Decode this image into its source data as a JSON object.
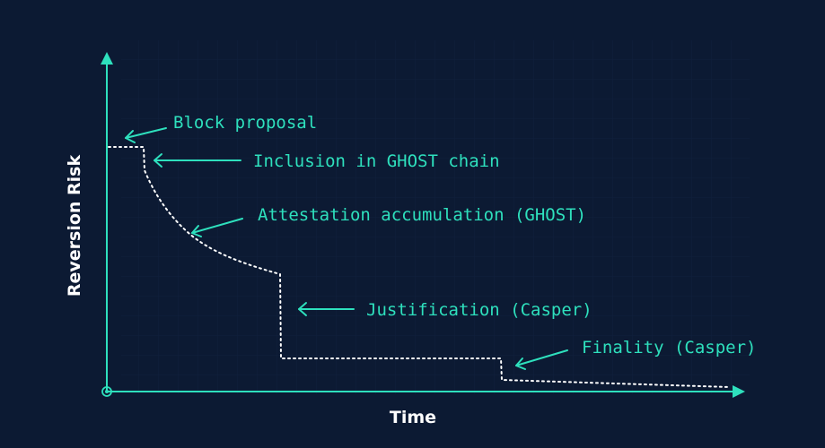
{
  "diagram": {
    "x_axis_label": "Time",
    "y_axis_label": "Reversion Risk",
    "stages": [
      {
        "id": "block-proposal",
        "label": "Block proposal"
      },
      {
        "id": "inclusion",
        "label": "Inclusion in GHOST chain"
      },
      {
        "id": "attestation",
        "label": "Attestation accumulation (GHOST)"
      },
      {
        "id": "justification",
        "label": "Justification (Casper)"
      },
      {
        "id": "finality",
        "label": "Finality (Casper)"
      }
    ]
  },
  "colors": {
    "background": "#0c1a33",
    "accent": "#2ee0bd",
    "curve": "#ffffff",
    "axis_title": "#ffffff"
  }
}
